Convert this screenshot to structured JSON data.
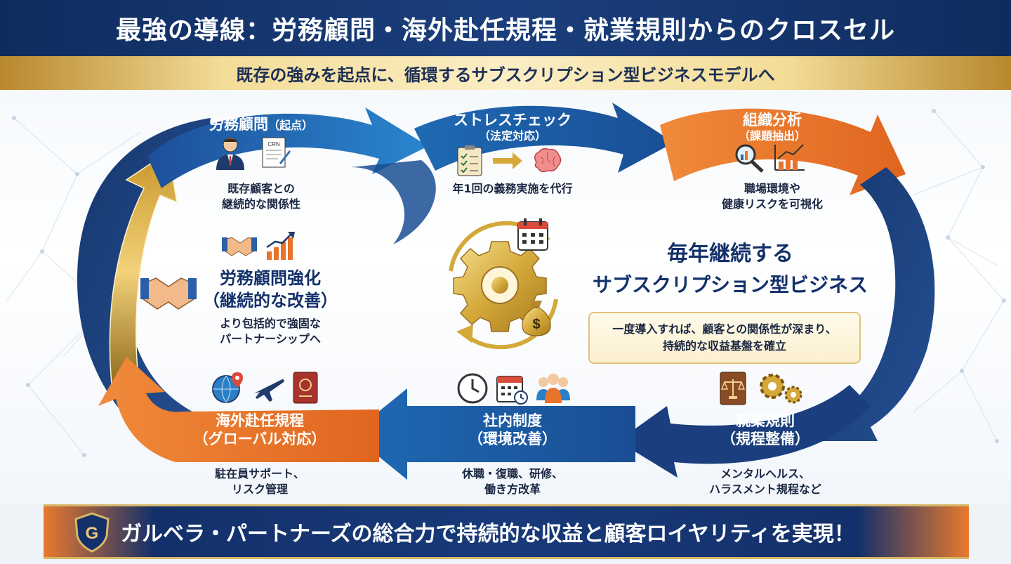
{
  "header": {
    "title": "最強の導線：労務顧問・海外赴任規程・就業規則からのクロスセル",
    "subtitle": "既存の強みを起点に、循環するサブスクリプション型ビジネスモデルへ"
  },
  "cycle": {
    "start": {
      "title": "労務顧問",
      "title_suffix": "（起点）",
      "desc_line1": "既存顧客との",
      "desc_line2": "継続的な関係性",
      "doc_label": "CRN"
    },
    "stress_check": {
      "title": "ストレスチェック",
      "subtitle": "（法定対応）",
      "desc": "年1回の義務実施を代行"
    },
    "org_analysis": {
      "title": "組織分析",
      "subtitle": "（課題抽出）",
      "desc_line1": "職場環境や",
      "desc_line2": "健康リスクを可視化"
    },
    "work_rules": {
      "title": "就業規則",
      "subtitle": "（規程整備）",
      "desc_line1": "メンタルヘルス、",
      "desc_line2": "ハラスメント規程など"
    },
    "internal_system": {
      "title": "社内制度",
      "subtitle": "（環境改善）",
      "desc_line1": "休職・復職、研修、",
      "desc_line2": "働き方改革"
    },
    "overseas": {
      "title": "海外赴任規程",
      "subtitle": "（グローバル対応）",
      "desc_line1": "駐在員サポート、",
      "desc_line2": "リスク管理"
    },
    "strengthen": {
      "title": "労務顧問強化",
      "subtitle": "（継続的な改善）",
      "desc_line1": "より包括的で強固な",
      "desc_line2": "パートナーシップへ"
    }
  },
  "center": {
    "headline_line1": "毎年継続する",
    "headline_line2": "サブスクリプション型ビジネス",
    "box_line1": "一度導入すれば、顧客との関係性が深まり、",
    "box_line2": "持続的な収益基盤を確立"
  },
  "footer": {
    "text": "ガルベラ・パートナーズの総合力で持続的な収益と顧客ロイヤリティを実現！",
    "logo_letter": "G"
  },
  "colors": {
    "navy": "#13306a",
    "blue": "#1f6fb8",
    "orange": "#e8732a",
    "gold": "#d4a93a"
  },
  "icons": {
    "start": [
      "businessman-icon",
      "contract-document-icon"
    ],
    "stress_check": [
      "checklist-icon",
      "arrow-right-icon",
      "brain-icon"
    ],
    "org_analysis": [
      "magnifier-chart-icon",
      "bar-chart-icon"
    ],
    "strengthen": [
      "handshake-icon",
      "growth-chart-icon"
    ],
    "overseas": [
      "globe-pin-icon",
      "airplane-icon",
      "passport-icon"
    ],
    "internal_system": [
      "clock-icon",
      "calendar-icon",
      "team-icon"
    ],
    "work_rules": [
      "law-book-icon",
      "gears-icon"
    ],
    "center": [
      "gear-cycle-icon",
      "calendar-icon",
      "money-bag-icon"
    ]
  }
}
